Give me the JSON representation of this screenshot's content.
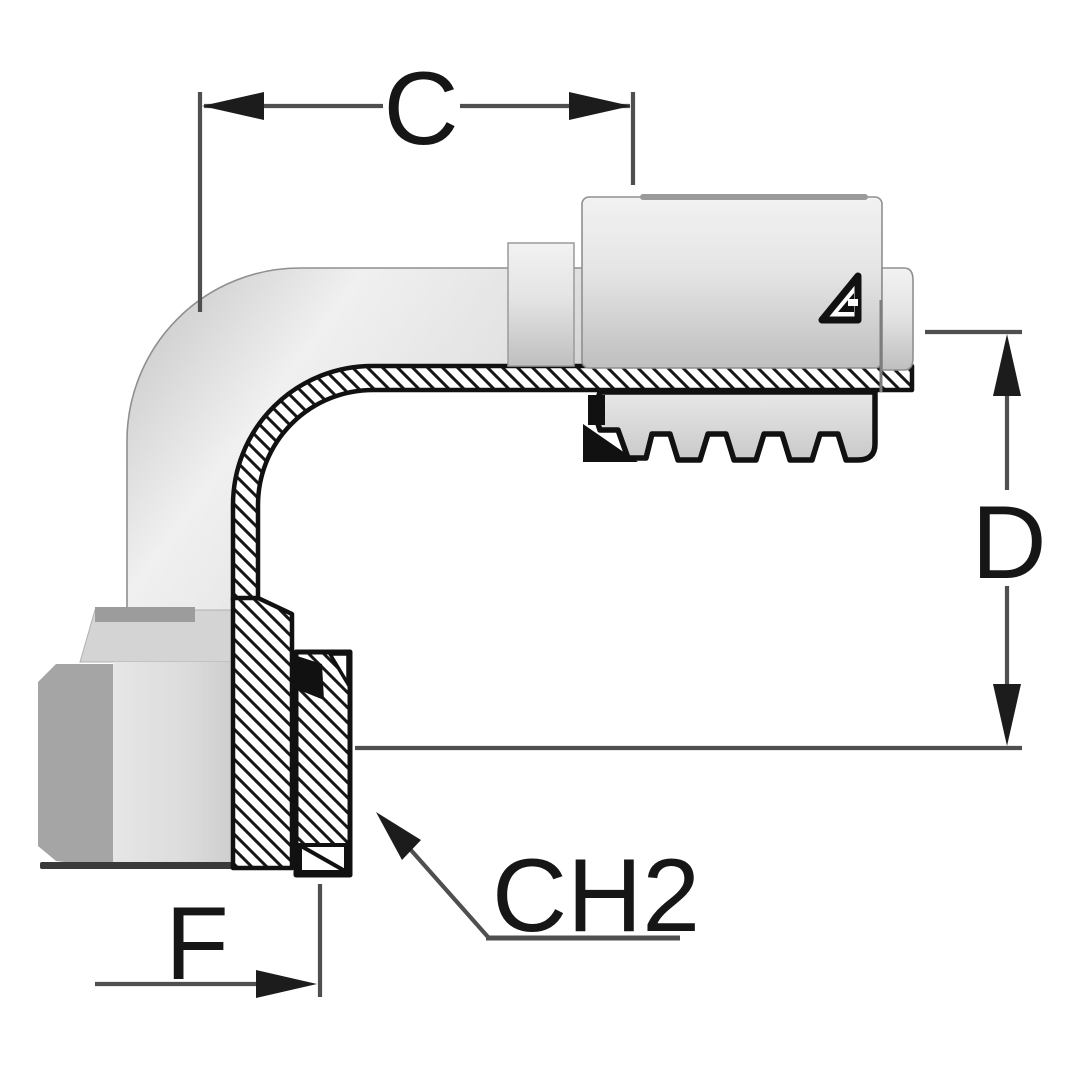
{
  "title": "90 degree elbow hose fitting technical drawing",
  "dimensions": {
    "c_label": "C",
    "d_label": "D",
    "f_label": "F",
    "ch2_label": "CH2"
  },
  "logo": {
    "name": "manufacturer-triangle-logo"
  },
  "colors": {
    "background": "#ffffff",
    "dimension_line": "#4f4f4f",
    "arrow": "#1c1c1c",
    "section_outline": "#111111",
    "label_text": "#161616",
    "body_light": "#f0f0f0",
    "body_mid": "#d8d8d8",
    "body_shadow": "#b5b5b5",
    "nut_dark_facet": "#a5a5a5",
    "cone_band": "#9c9c9c"
  }
}
